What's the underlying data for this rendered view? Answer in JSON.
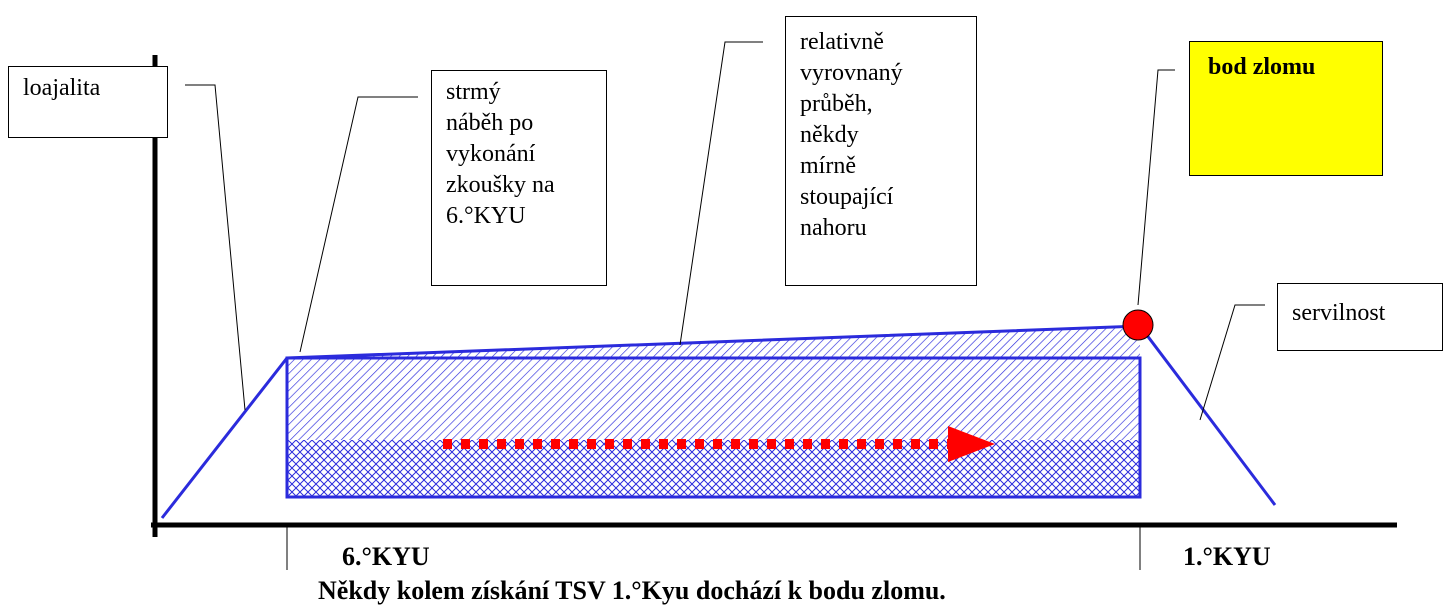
{
  "callouts": {
    "loyalty": "loajalita",
    "steep_rise": [
      "strmý",
      "náběh po",
      "vykonání",
      "zkoušky na",
      "6.°KYU"
    ],
    "plateau": [
      "relativně",
      "vyrovnaný",
      "průběh,",
      "někdy",
      "mírně",
      "stoupající",
      "nahoru"
    ],
    "breaking_point": "bod zlomu",
    "servility": "servilnost"
  },
  "axis": {
    "start_label": "6.°KYU",
    "end_label": "1.°KYU"
  },
  "caption": "Někdy kolem získání  TSV 1.°Kyu dochází k bodu zlomu.",
  "colors": {
    "curve": "#2b2bdc",
    "hatch": "#2b2bdc",
    "arrow": "#ff0000",
    "marker": "#ff0000",
    "highlight": "#ffff00"
  }
}
